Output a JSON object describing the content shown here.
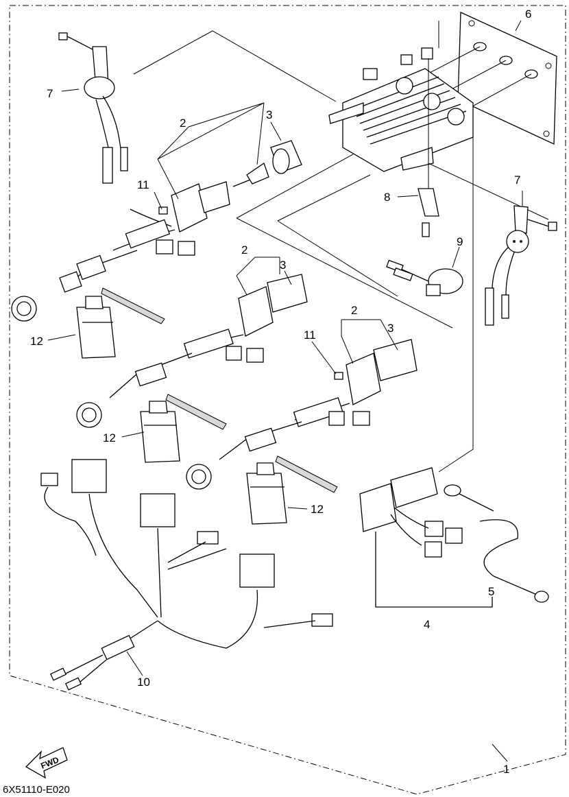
{
  "diagram_code": "6X51110-E020",
  "fwd_arrow_label": "FWD",
  "callouts": {
    "c1": "1",
    "c2a": "2",
    "c2b": "2",
    "c2c": "2",
    "c3a": "3",
    "c3b": "3",
    "c3c": "3",
    "c4": "4",
    "c5": "5",
    "c6": "6",
    "c7a": "7",
    "c7b": "7",
    "c8": "8",
    "c9": "9",
    "c10": "10",
    "c11a": "11",
    "c11b": "11",
    "c12a": "12",
    "c12b": "12",
    "c12c": "12"
  }
}
